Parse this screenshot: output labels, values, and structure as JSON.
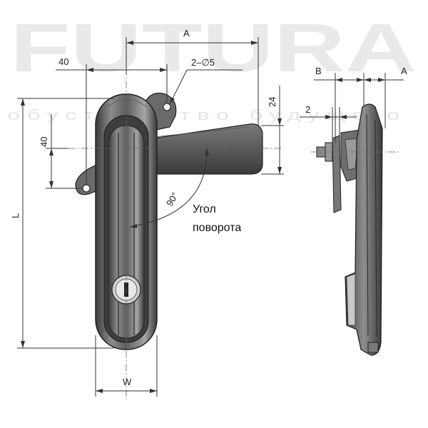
{
  "watermark": {
    "brand": "FUTURA",
    "tagline": "обустройство будущего"
  },
  "dimensions": {
    "A_top": "A",
    "forty_top": "40",
    "hole": "2–∅5",
    "twenty_four": "24",
    "forty_left": "40",
    "L": "L",
    "W": "W",
    "angle": "90°",
    "B_side": "B",
    "A_side": "A",
    "two_side": "2"
  },
  "note": {
    "line1": "Угол",
    "line2": "поворота"
  },
  "colors": {
    "handle_dark": "#2b2b2b",
    "handle_mid": "#5a5a5a",
    "handle_light": "#9a9a9a"
  }
}
